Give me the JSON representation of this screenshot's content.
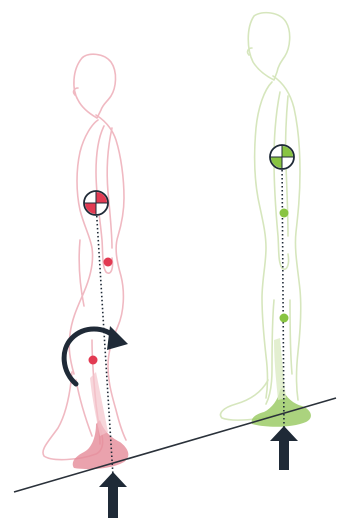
{
  "colors": {
    "background": "#ffffff",
    "figure_left_outline": "#f0b9c2",
    "figure_left_accent": "#e23a52",
    "figure_left_foot": "#e58b99",
    "figure_right_outline": "#d6e6bd",
    "figure_right_accent": "#88c442",
    "figure_right_foot": "#9ccb67",
    "line_dark": "#1f2a37",
    "ground": "#2a313a"
  },
  "icons": {
    "center_of_mass": "center-of-mass-icon",
    "rotation": "rotation-arrow-icon",
    "ground_force": "ground-reaction-arrow-icon"
  },
  "figures": [
    {
      "id": "left",
      "pose": "tilted-forward"
    },
    {
      "id": "right",
      "pose": "upright-aligned"
    }
  ]
}
